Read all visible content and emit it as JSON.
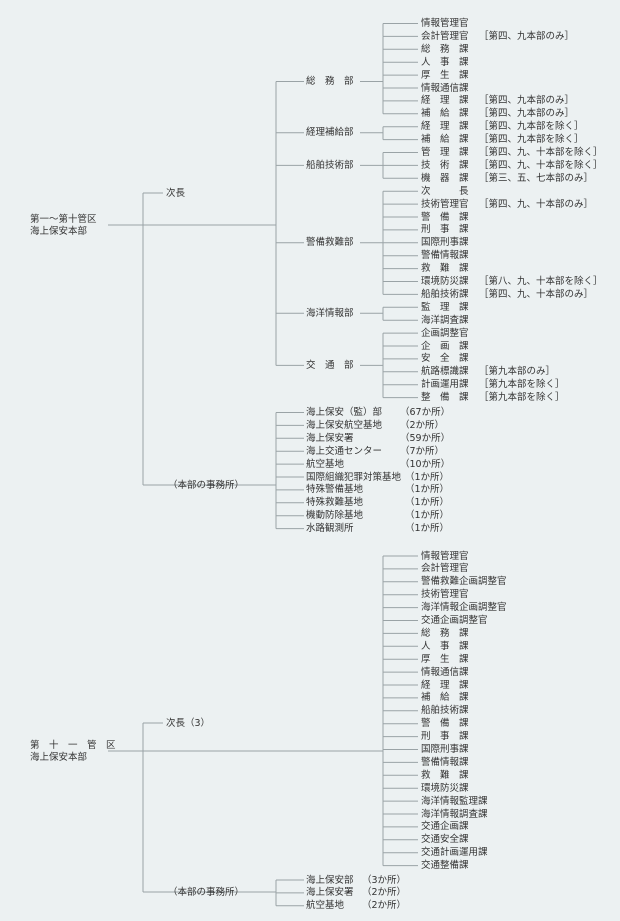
{
  "region1": {
    "title_line1": "第一〜第十管区",
    "title_line2": "海上保安本部",
    "vice": "次長",
    "offices_label": "（本部の事務所）",
    "top": [
      {
        "name": "情報管理官",
        "note": ""
      },
      {
        "name": "会計管理官",
        "note": "［第四、九本部のみ］"
      }
    ],
    "divisions": [
      {
        "name": "総　務　部",
        "sections": [
          {
            "name": "総　務　課",
            "note": ""
          },
          {
            "name": "人　事　課",
            "note": ""
          },
          {
            "name": "厚　生　課",
            "note": ""
          },
          {
            "name": "情報通信課",
            "note": ""
          },
          {
            "name": "経　理　課",
            "note": "［第四、九本部のみ］"
          },
          {
            "name": "補　給　課",
            "note": "［第四、九本部のみ］"
          }
        ]
      },
      {
        "name": "経理補給部",
        "sections": [
          {
            "name": "経　理　課",
            "note": "［第四、九本部を除く］"
          },
          {
            "name": "補　給　課",
            "note": "［第四、九本部を除く］"
          }
        ]
      },
      {
        "name": "船舶技術部",
        "sections": [
          {
            "name": "管　理　課",
            "note": "［第四、九、十本部を除く］"
          },
          {
            "name": "技　術　課",
            "note": "［第四、九、十本部を除く］"
          },
          {
            "name": "機　器　課",
            "note": "［第三、五、七本部のみ］"
          }
        ]
      },
      {
        "name": "警備救難部",
        "sections": [
          {
            "name": "次　　　長",
            "note": ""
          },
          {
            "name": "技術管理官",
            "note": "［第四、九、十本部のみ］"
          },
          {
            "name": "警　備　課",
            "note": ""
          },
          {
            "name": "刑　事　課",
            "note": ""
          },
          {
            "name": "国際刑事課",
            "note": ""
          },
          {
            "name": "警備情報課",
            "note": ""
          },
          {
            "name": "救　難　課",
            "note": ""
          },
          {
            "name": "環境防災課",
            "note": "［第八、九、十本部を除く］"
          },
          {
            "name": "船舶技術課",
            "note": "［第四、九、十本部のみ］"
          }
        ]
      },
      {
        "name": "海洋情報部",
        "sections": [
          {
            "name": "監　理　課",
            "note": ""
          },
          {
            "name": "海洋調査課",
            "note": ""
          }
        ]
      },
      {
        "name": "交　通　部",
        "sections": [
          {
            "name": "企画調整官",
            "note": ""
          },
          {
            "name": "企　画　課",
            "note": ""
          },
          {
            "name": "安　全　課",
            "note": ""
          },
          {
            "name": "航路標識課",
            "note": "［第九本部のみ］"
          },
          {
            "name": "計画運用課",
            "note": "［第九本部を除く］"
          },
          {
            "name": "整　備　課",
            "note": "［第九本部を除く］"
          }
        ]
      }
    ],
    "offices": [
      {
        "name": "海上保安（監）部",
        "count": "（67か所）"
      },
      {
        "name": "海上保安航空基地",
        "count": "（2か所）"
      },
      {
        "name": "海上保安署",
        "count": "（59か所）"
      },
      {
        "name": "海上交通センター",
        "count": "（7か所）"
      },
      {
        "name": "航空基地",
        "count": "（10か所）"
      },
      {
        "name": "国際組織犯罪対策基地",
        "count": "（1か所）"
      },
      {
        "name": "特殊警備基地",
        "count": "（1か所）"
      },
      {
        "name": "特殊救難基地",
        "count": "（1か所）"
      },
      {
        "name": "機動防除基地",
        "count": "（1か所）"
      },
      {
        "name": "水路観測所",
        "count": "（1か所）"
      }
    ]
  },
  "region2": {
    "title_line1": "第　十　一　管　区",
    "title_line2": "海上保安本部",
    "vice": "次長（3）",
    "offices_label": "（本部の事務所）",
    "top": [
      "情報管理官",
      "会計管理官",
      "警備救難企画調整官",
      "技術管理官",
      "海洋情報企画調整官",
      "交通企画調整官"
    ],
    "sections": [
      "総　務　課",
      "人　事　課",
      "厚　生　課",
      "情報通信課",
      "経　理　課",
      "補　給　課",
      "船舶技術課",
      "警　備　課",
      "刑　事　課",
      "国際刑事課",
      "警備情報課",
      "救　難　課",
      "環境防災課",
      "海洋情報監理課",
      "海洋情報調査課",
      "交通企画課",
      "交通安全課",
      "交通計画運用課",
      "交通整備課"
    ],
    "offices": [
      {
        "name": "海上保安部",
        "count": "（3か所）"
      },
      {
        "name": "海上保安署",
        "count": "（2か所）"
      },
      {
        "name": "航空基地　",
        "count": "（2か所）"
      }
    ]
  }
}
